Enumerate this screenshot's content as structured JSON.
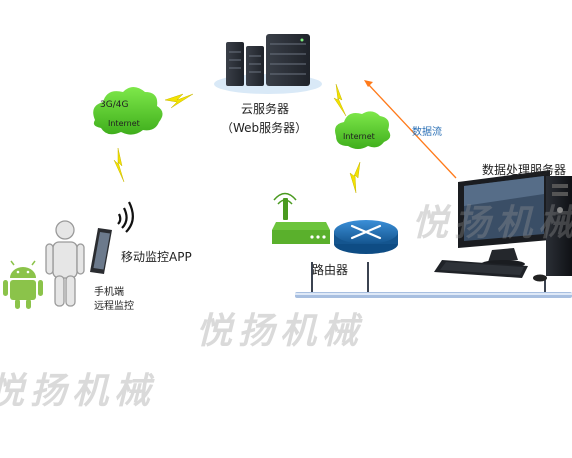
{
  "cloud_server": {
    "label_line1": "云服务器",
    "label_line2": "（Web服务器）"
  },
  "mobile_cloud": {
    "network": "3G/4G",
    "internet": "Internet"
  },
  "router_cloud": {
    "internet": "Internet"
  },
  "data_flow": {
    "label": "数据流"
  },
  "data_server": {
    "label": "数据处理服务器"
  },
  "router": {
    "label": "路由器"
  },
  "app": {
    "label": "移动监控APP"
  },
  "phone": {
    "label_line1": "手机端",
    "label_line2": "远程监控"
  },
  "watermark": {
    "text": "悦扬机械"
  },
  "colors": {
    "cloud_green": "#5fd02d",
    "router_blue": "#1f6fb3",
    "lan_bar": "#a8bfe0",
    "flow_arrow": "#ff7a1a",
    "bolt": "#f2e200"
  }
}
